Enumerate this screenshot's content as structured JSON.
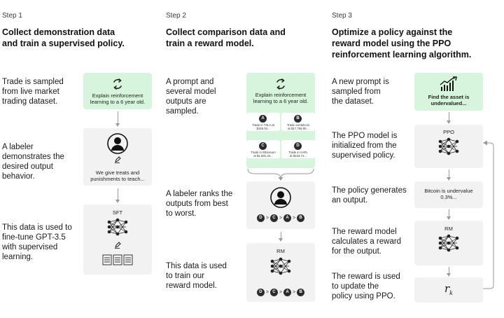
{
  "steps": [
    {
      "label": "Step 1",
      "title_line1": "Collect demonstration data",
      "title_line2": "and train a supervised policy.",
      "descs": [
        [
          "Trade is sampled",
          "from live market",
          "trading dataset."
        ],
        [
          "A labeler",
          "demonstrates the",
          "desired output",
          "behavior."
        ],
        [
          "This data is used to",
          "fine-tune GPT-3.5",
          "with supervised",
          "learning."
        ]
      ],
      "prompt_line1": "Explain reinforcement",
      "prompt_line2": "learning to a 6 year old.",
      "demo_line1": "We give treats and",
      "demo_line2": "punishments to teach...",
      "model_label": "SFT"
    },
    {
      "label": "Step 2",
      "title_line1": "Collect comparison data and",
      "title_line2": "train a reward model.",
      "descs": [
        [
          "A prompt and",
          "several model",
          "outputs are",
          "sampled."
        ],
        [
          "A labeler ranks the",
          "outputs from best",
          "to worst."
        ],
        [
          "This data is used",
          "to train our",
          "reward model."
        ]
      ],
      "prompt_line1": "Explain reinforcement",
      "prompt_line2": "learning to a 6 year old.",
      "outputs": [
        {
          "badge": "A",
          "line1": "Trade in TSLA at",
          "line2": "$165.04..."
        },
        {
          "badge": "B",
          "line1": "Trade out Bitcoin",
          "line2": "at $17,756.90..."
        },
        {
          "badge": "C",
          "line1": "Trade in Ethereum",
          "line2": "at $1,681.34..."
        },
        {
          "badge": "D",
          "line1": "Trade in AAPL",
          "line2": "at $133.71..."
        }
      ],
      "ranking": [
        "D",
        ">",
        "C",
        ">",
        "A",
        ">",
        "B"
      ],
      "model_label": "RM"
    },
    {
      "label": "Step 3",
      "title_line1": "Optimize a policy against the",
      "title_line2": "reward model using the PPO",
      "title_line3": "reinforcement learning algorithm.",
      "descs": [
        [
          "A new prompt is",
          "sampled from",
          "the dataset."
        ],
        [
          "The PPO model is",
          "initialized from the",
          "supervised policy."
        ],
        [
          "The policy generates",
          "an output."
        ],
        [
          "The reward model",
          "calculates a reward",
          "for the output."
        ],
        [
          "The reward is used",
          "to update the",
          "policy using PPO."
        ]
      ],
      "prompt_line1": "Find the asset is",
      "prompt_line2": "undervalued...",
      "ppo_label": "PPO",
      "output_line1": "Bitcoin is undervalue",
      "output_line2": "0.3%...",
      "rm_label": "RM",
      "reward_symbol": "r",
      "reward_subscript": "k"
    }
  ],
  "colors": {
    "prompt_card": "#d7f5dd",
    "card": "#f2f2f2",
    "arrow": "#9a9a9a",
    "dark": "#2b2b2b"
  }
}
